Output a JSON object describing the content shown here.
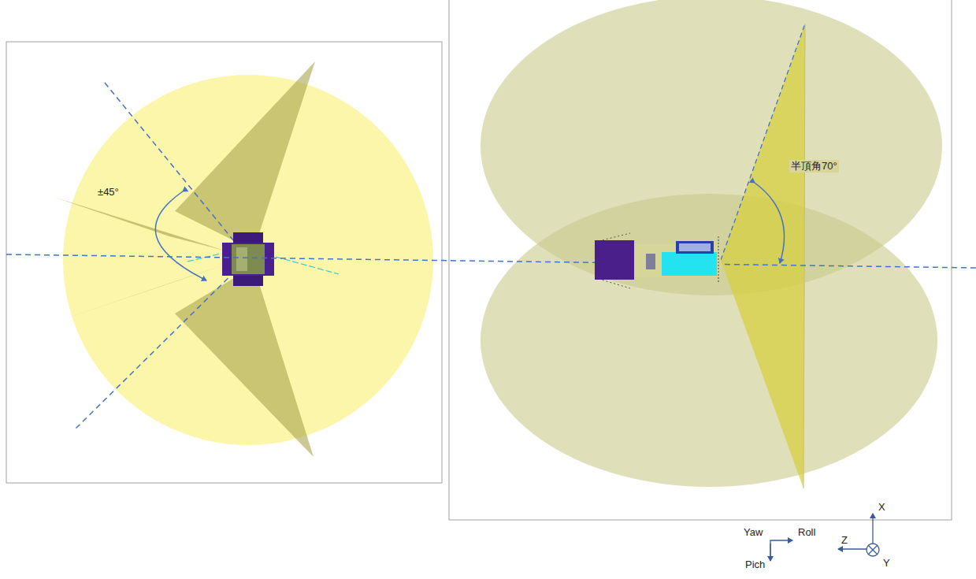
{
  "diagram": {
    "labels": [
      "±45°",
      "半頂角70°",
      "Yaw",
      "Roll",
      "Pich",
      "X",
      "Z",
      "Y"
    ]
  }
}
